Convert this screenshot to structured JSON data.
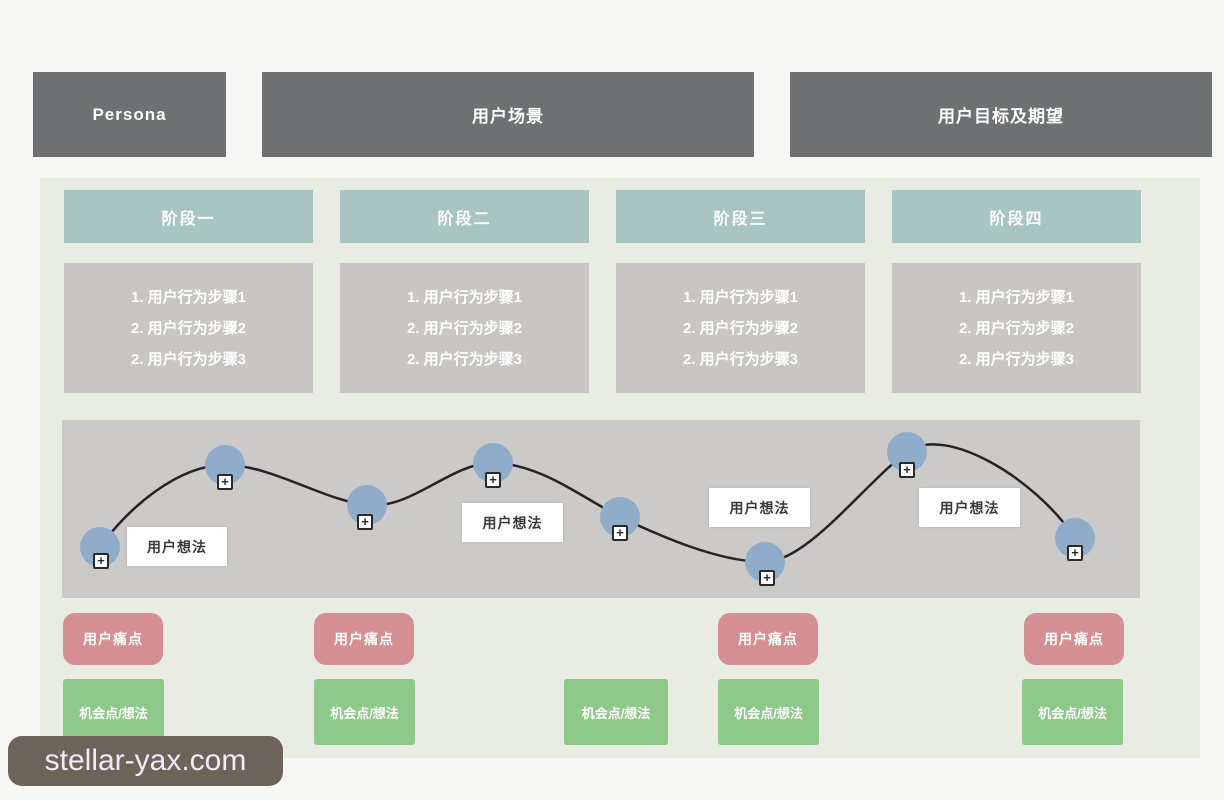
{
  "header": {
    "persona_label": "Persona",
    "scenario_label": "用户场景",
    "goals_label": "用户目标及期望"
  },
  "phases": [
    {
      "title": "阶段一",
      "steps": [
        "1. 用户行为步骤1",
        "2. 用户行为步骤2",
        "2. 用户行为步骤3"
      ]
    },
    {
      "title": "阶段二",
      "steps": [
        "1. 用户行为步骤1",
        "2. 用户行为步骤2",
        "2. 用户行为步骤3"
      ]
    },
    {
      "title": "阶段三",
      "steps": [
        "1. 用户行为步骤1",
        "2. 用户行为步骤2",
        "2. 用户行为步骤3"
      ]
    },
    {
      "title": "阶段四",
      "steps": [
        "1. 用户行为步骤1",
        "2. 用户行为步骤2",
        "2. 用户行为步骤3"
      ]
    }
  ],
  "journey": {
    "node_icon_glyph": "+",
    "thoughts": [
      "用户想法",
      "用户想法",
      "用户想法",
      "用户想法"
    ]
  },
  "annotations": {
    "pain_points": [
      "用户痛点",
      "用户痛点",
      "用户痛点",
      "用户痛点"
    ],
    "opportunities": [
      "机会点/想法",
      "机会点/想法",
      "机会点/想法",
      "机会点/想法",
      "机会点/想法"
    ]
  },
  "watermark": {
    "text": "stellar-yax.com"
  },
  "colors": {
    "page_background": "#f6f7f4",
    "header_gray": "#6f7072",
    "panel_background": "#e9ece2",
    "phase_teal": "#a9c5c1",
    "step_gray": "#c8c5c4",
    "band_gray": "#cccac9",
    "node_blue": "#8fadcb",
    "pain_pink": "#d58f92",
    "opportunity_green": "#8ec88a",
    "watermark_brown": "#6e6359",
    "curve_stroke": "#232323"
  }
}
